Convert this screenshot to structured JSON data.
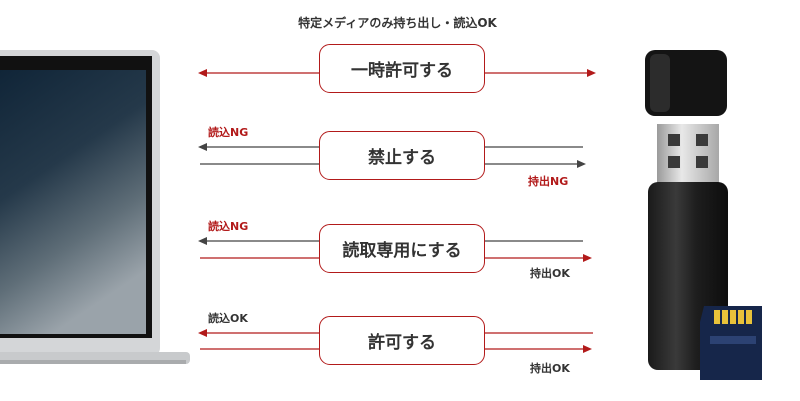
{
  "header": {
    "title": "特定メディアのみ持ち出し・読込OK"
  },
  "rows": [
    {
      "mode": "一時許可する",
      "read_label": "",
      "write_label": ""
    },
    {
      "mode": "禁止する",
      "read_label": "読込NG",
      "write_label": "持出NG"
    },
    {
      "mode": "読取専用にする",
      "read_label": "読込NG",
      "write_label": "持出OK"
    },
    {
      "mode": "許可する",
      "read_label": "読込OK",
      "write_label": "持出OK"
    }
  ],
  "colors": {
    "accent": "#b21a1a",
    "dark_line": "#444444",
    "text": "#333333"
  },
  "icons": {
    "left": "laptop-icon",
    "right": "usb-drive-icon",
    "card": "sd-card-icon"
  }
}
